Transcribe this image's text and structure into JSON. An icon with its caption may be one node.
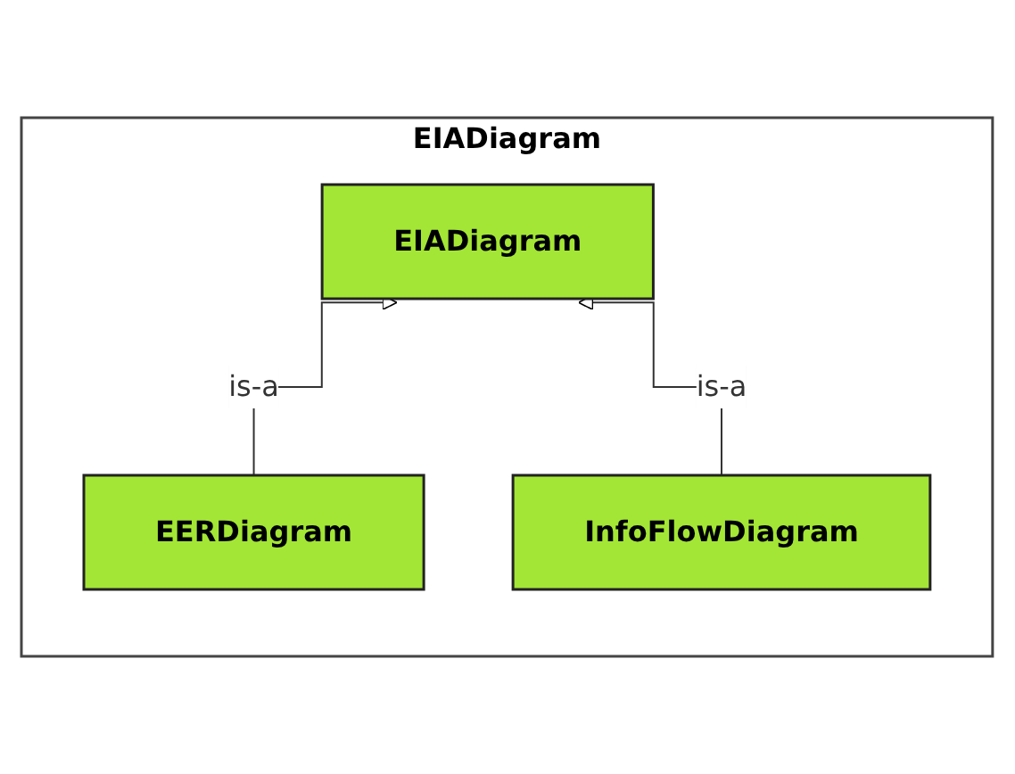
{
  "diagram": {
    "nodes": [
      {
        "text": [
          "EIADiagram"
        ]
      },
      {
        "text": [
          "EIADiagram"
        ],
        "in": 0
      },
      {
        "text": [
          "EERDiagram"
        ],
        "in": 0
      },
      {
        "text": [
          "InfoFlowDiagram"
        ],
        "in": 0
      }
    ],
    "edges": [
      {
        "from": 2,
        "to": 1,
        "arrow": "to",
        "label": "is-a"
      },
      {
        "from": 3,
        "to": 1,
        "arrow": "to",
        "label": "is-a"
      }
    ]
  }
}
